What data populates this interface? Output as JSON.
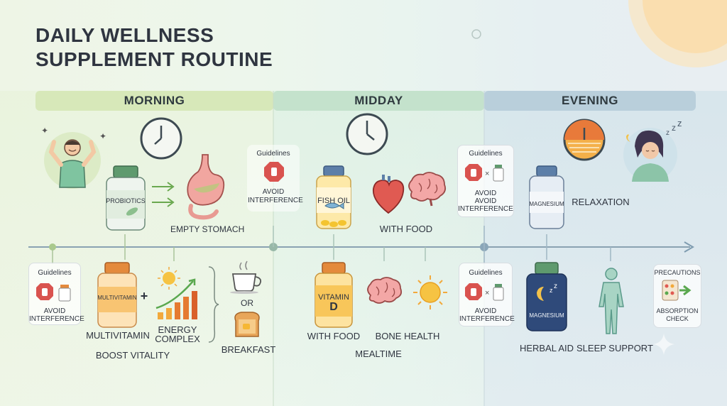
{
  "title": {
    "line1": "DAILY WELLNESS",
    "line2": "SUPPLEMENT ROUTINE"
  },
  "phases": {
    "morning": "MORNING",
    "midday": "MIDDAY",
    "evening": "EVENING"
  },
  "guideline_cards": {
    "title": "Guidelines",
    "avoid": "AVOID",
    "interference": "INTERFERENCE",
    "avoid_interference": "AVOID INTERFERENCE"
  },
  "morning": {
    "probiotics": "PROBIOTICS",
    "empty_stomach": "EMPTY STOMACH",
    "multivitamin_label": "MULTIVITAMIN",
    "multivitamin": "MULTIVITAMIN",
    "plus": "+",
    "energy_complex_1": "ENERGY",
    "energy_complex_2": "COMPLEX",
    "boost_vitality": "BOOST VITALITY",
    "or": "OR",
    "breakfast": "BREAKFAST"
  },
  "midday": {
    "fish_oil_1": "FISH OIL",
    "with_food_top": "WITH FOOD",
    "vitamin_1": "VITAMIN",
    "vitamin_2": "D",
    "with_food_bottom": "WITH FOOD",
    "bone_health": "BONE HEALTH",
    "mealtime": "MEALTIME"
  },
  "evening": {
    "magnesium_top": "MAGNESIUM",
    "relaxation": "RELAXATION",
    "magnesium_bottom": "MAGNESIUM",
    "herbal_aid": "HERBAL AID",
    "sleep_support": "SLEEP SUPPORT",
    "precautions": "PRECAUTIONS",
    "absorption_check_1": "ABSORPTION",
    "absorption_check_2": "CHECK"
  },
  "colors": {
    "morning_banner": "#d7e8b9",
    "midday_banner": "#c4e2cc",
    "evening_banner": "#b9cfdb",
    "timeline": "#7f9cb0",
    "bottle_cap_green": "#5f9a6e",
    "bottle_cap_orange": "#e48a3c",
    "bottle_cap_blue": "#5d7fa8",
    "stop_red": "#d9534f"
  },
  "icons": [
    "happy-person-icon",
    "clock-icon",
    "stomach-icon",
    "arrow-icon",
    "stop-hand-icon",
    "heart-icon",
    "brain-icon",
    "sun-icon",
    "sunset-icon",
    "sleeping-woman-icon",
    "energy-chart-icon",
    "coffee-cup-icon",
    "toast-icon",
    "body-icon"
  ]
}
